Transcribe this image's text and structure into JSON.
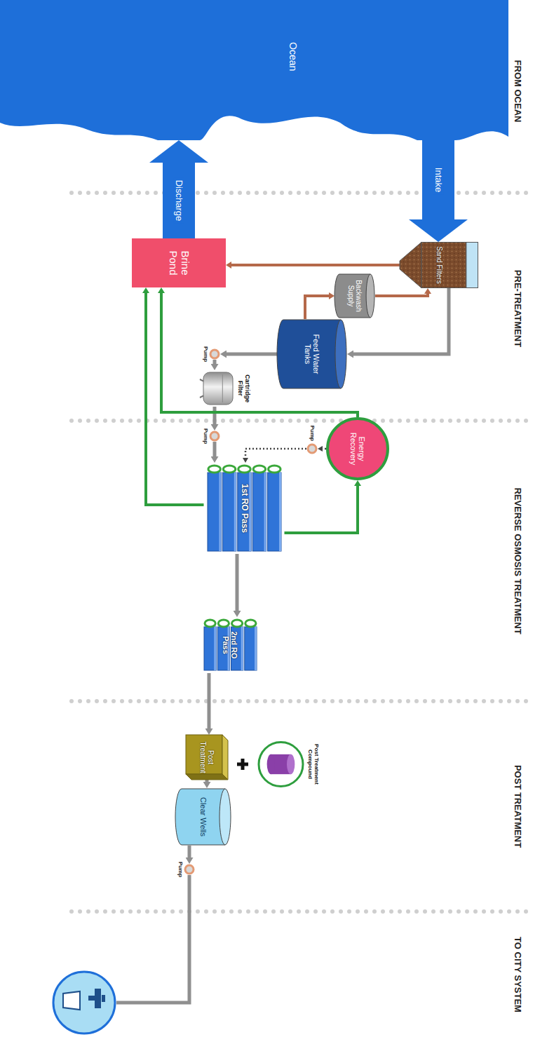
{
  "diagram": {
    "nodes": [
      {
        "text": [
          "Ocean"
        ]
      },
      {
        "text": [
          "Sand Filters"
        ]
      },
      {
        "text": [
          "Backwash Supply"
        ]
      },
      {
        "text": [
          "Feed Water Tanks"
        ]
      },
      {
        "text": [
          "Brine Pond"
        ]
      },
      {
        "text": [
          "Pump"
        ]
      },
      {
        "text": [
          "Cartridge Filter"
        ]
      },
      {
        "text": [
          "Energy Recovery"
        ]
      },
      {
        "text": [
          "Pump"
        ]
      },
      {
        "text": [
          "Pump"
        ]
      },
      {
        "text": [
          "1st RO Pass"
        ]
      },
      {
        "text": [
          "2nd RO Pass"
        ]
      },
      {
        "text": [
          "Post Treatment Compound"
        ]
      },
      {
        "text": [
          "Post Treatment"
        ]
      },
      {
        "text": [
          "Clear Wells"
        ]
      },
      {
        "text": [
          "Pump"
        ]
      }
    ],
    "edges": [
      {
        "from": 0,
        "to": 1,
        "label": "Intake",
        "arrow": "to"
      },
      {
        "from": 1,
        "to": 3,
        "arrow": "to"
      },
      {
        "from": 1,
        "to": 4,
        "arrow": "to"
      },
      {
        "from": 3,
        "to": 2,
        "arrow": "to"
      },
      {
        "from": 2,
        "to": 1,
        "arrow": "to"
      },
      {
        "from": 3,
        "to": 5,
        "arrow": "to"
      },
      {
        "from": 5,
        "to": 6,
        "arrow": "to"
      },
      {
        "from": 6,
        "to": 9,
        "arrow": "to"
      },
      {
        "from": 9,
        "to": 10,
        "arrow": "to"
      },
      {
        "from": 7,
        "to": 8,
        "arrow": "to"
      },
      {
        "from": 8,
        "to": 10,
        "arrow": "to"
      },
      {
        "from": 10,
        "to": 7,
        "arrow": "to"
      },
      {
        "from": 7,
        "to": 4,
        "arrow": "to"
      },
      {
        "from": 10,
        "to": 4,
        "arrow": "to"
      },
      {
        "from": 10,
        "to": 11,
        "arrow": "to"
      },
      {
        "from": 11,
        "to": 13,
        "arrow": "to"
      },
      {
        "from": 13,
        "to": 14,
        "arrow": "to"
      },
      {
        "from": 14,
        "to": 15,
        "arrow": "to"
      },
      {
        "from": 4,
        "to": 0,
        "label": "Discharge",
        "arrow": "to"
      }
    ],
    "labels": [
      "FROM OCEAN",
      "PRE-TREATMENT",
      "REVERSE OSMOSIS TREATMENT",
      "POST TREATMENT",
      "TO CITY SYSTEM"
    ]
  }
}
